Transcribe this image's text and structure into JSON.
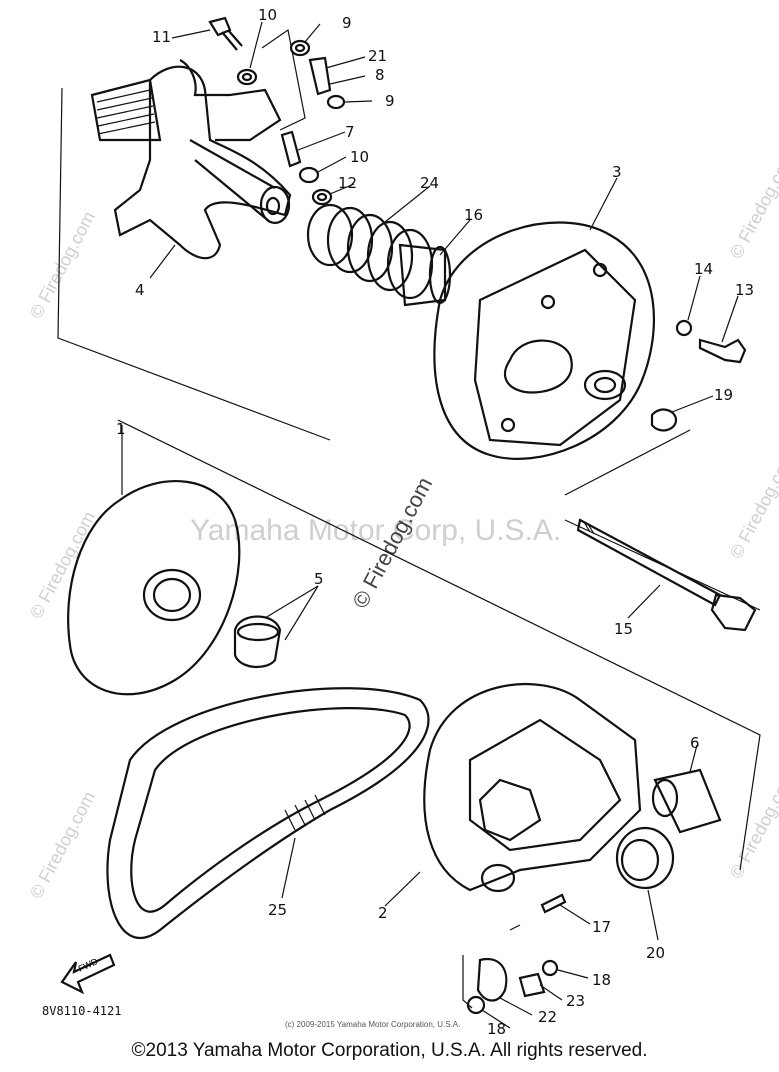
{
  "diagram": {
    "callouts": {
      "c11": "11",
      "c10a": "10",
      "c9a": "9",
      "c21": "21",
      "c8": "8",
      "c9b": "9",
      "c7": "7",
      "c10b": "10",
      "c12": "12",
      "c24": "24",
      "c16": "16",
      "c3": "3",
      "c4": "4",
      "c14": "14",
      "c13": "13",
      "c19": "19",
      "c1": "1",
      "c5": "5",
      "c15": "15",
      "c6": "6",
      "c25": "25",
      "c2": "2",
      "c17": "17",
      "c20": "20",
      "c18a": "18",
      "c23": "23",
      "c22": "22",
      "c18b": "18"
    },
    "fwd_label": "FWD",
    "part_code": "8V8110-4121"
  },
  "watermarks": {
    "center": "Yamaha Motor Corp, U.S.A.",
    "firedog": "© Firedog.com"
  },
  "footer": {
    "small_copyright": "(c) 2009-2015 Yamaha Motor Corporation, U.S.A.",
    "copyright": "©2013 Yamaha Motor Corporation, U.S.A. All rights reserved."
  }
}
